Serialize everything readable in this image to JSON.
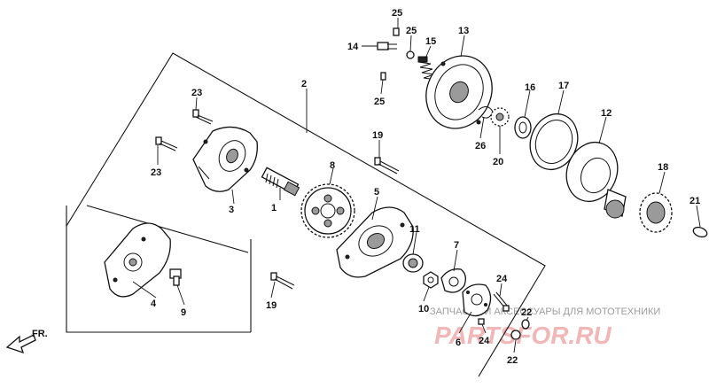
{
  "diagram": {
    "callouts": {
      "c1": "1",
      "c2": "2",
      "c3": "3",
      "c4": "4",
      "c5": "5",
      "c6": "6",
      "c7": "7",
      "c8": "8",
      "c9": "9",
      "c10": "10",
      "c11": "11",
      "c12": "12",
      "c13": "13",
      "c14": "14",
      "c15": "15",
      "c16": "16",
      "c17": "17",
      "c18": "18",
      "c19a": "19",
      "c19b": "19",
      "c20": "20",
      "c21": "21",
      "c22a": "22",
      "c22b": "22",
      "c23a": "23",
      "c23b": "23",
      "c24a": "24",
      "c24b": "24",
      "c25a": "25",
      "c25b": "25",
      "c25c": "25",
      "c26": "26"
    },
    "direction_label": "FR.",
    "watermark": {
      "subtitle": "ЗАПЧАСТИ И АКСЕССУАРЫ ДЛЯ МОТОТЕХНИКИ",
      "logo": "PARTSFOR.RU"
    },
    "colors": {
      "line": "#111111",
      "watermark_logo": "#f2b6b6",
      "watermark_text": "#9c9c9c"
    }
  }
}
